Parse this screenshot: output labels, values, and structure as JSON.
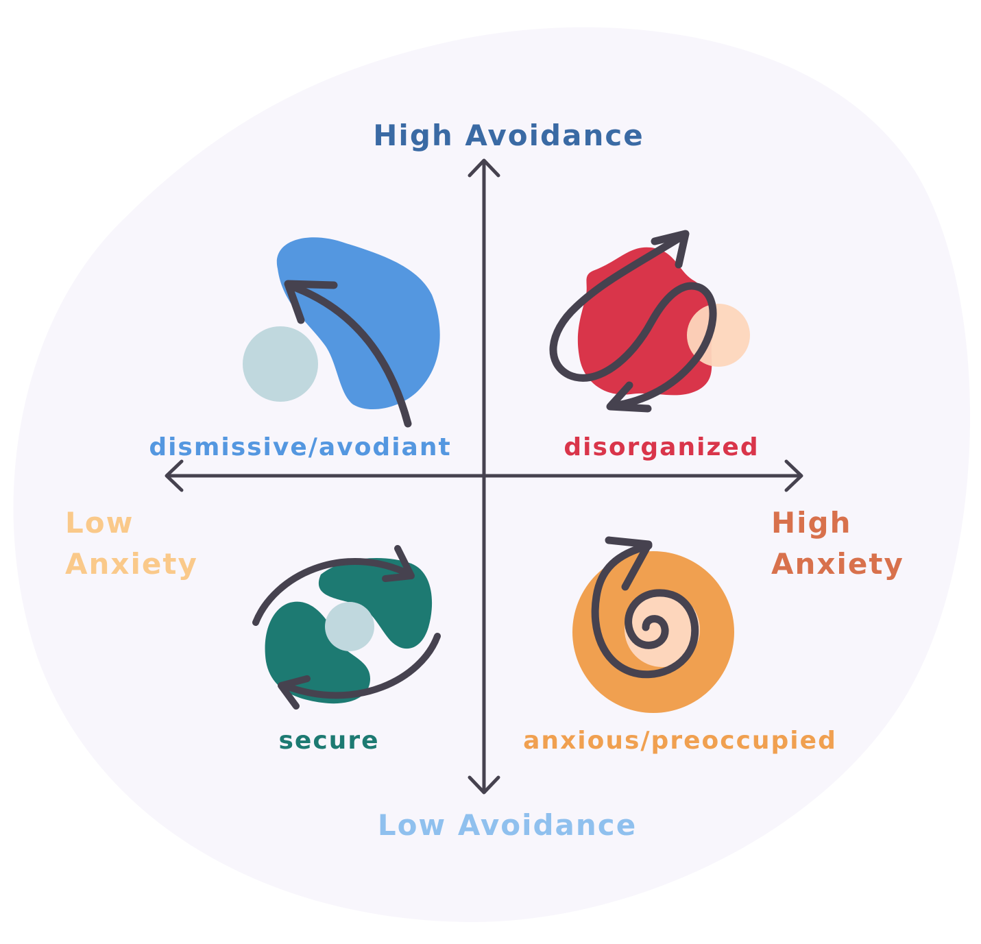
{
  "axes": {
    "top": "High Avoidance",
    "bottom": "Low Avoidance",
    "left": [
      "Low",
      "Anxiety"
    ],
    "right": [
      "High",
      "Anxiety"
    ]
  },
  "quadrants": {
    "top_left": "dismissive/avodiant",
    "top_right": "disorganized",
    "bottom_left": "secure",
    "bottom_right": "anxious/preoccupied"
  },
  "colors": {
    "background_blob": "#f8f6fc",
    "axis_line": "#46424f",
    "high_avoidance": "#3a6aa4",
    "low_avoidance": "#8fc0ee",
    "low_anxiety": "#fac98a",
    "high_anxiety": "#d8714c",
    "dismissive": "#5497e0",
    "disorganized": "#d9354a",
    "secure": "#1d7a72",
    "anxious": "#f0a050",
    "pale_blue": "#c0d8de",
    "peach": "#fdd6bc"
  },
  "icons": {
    "top_left": "blob-arrow-icon",
    "top_right": "tangled-arrow-icon",
    "bottom_left": "cycle-arrows-icon",
    "bottom_right": "spiral-arrow-icon"
  }
}
